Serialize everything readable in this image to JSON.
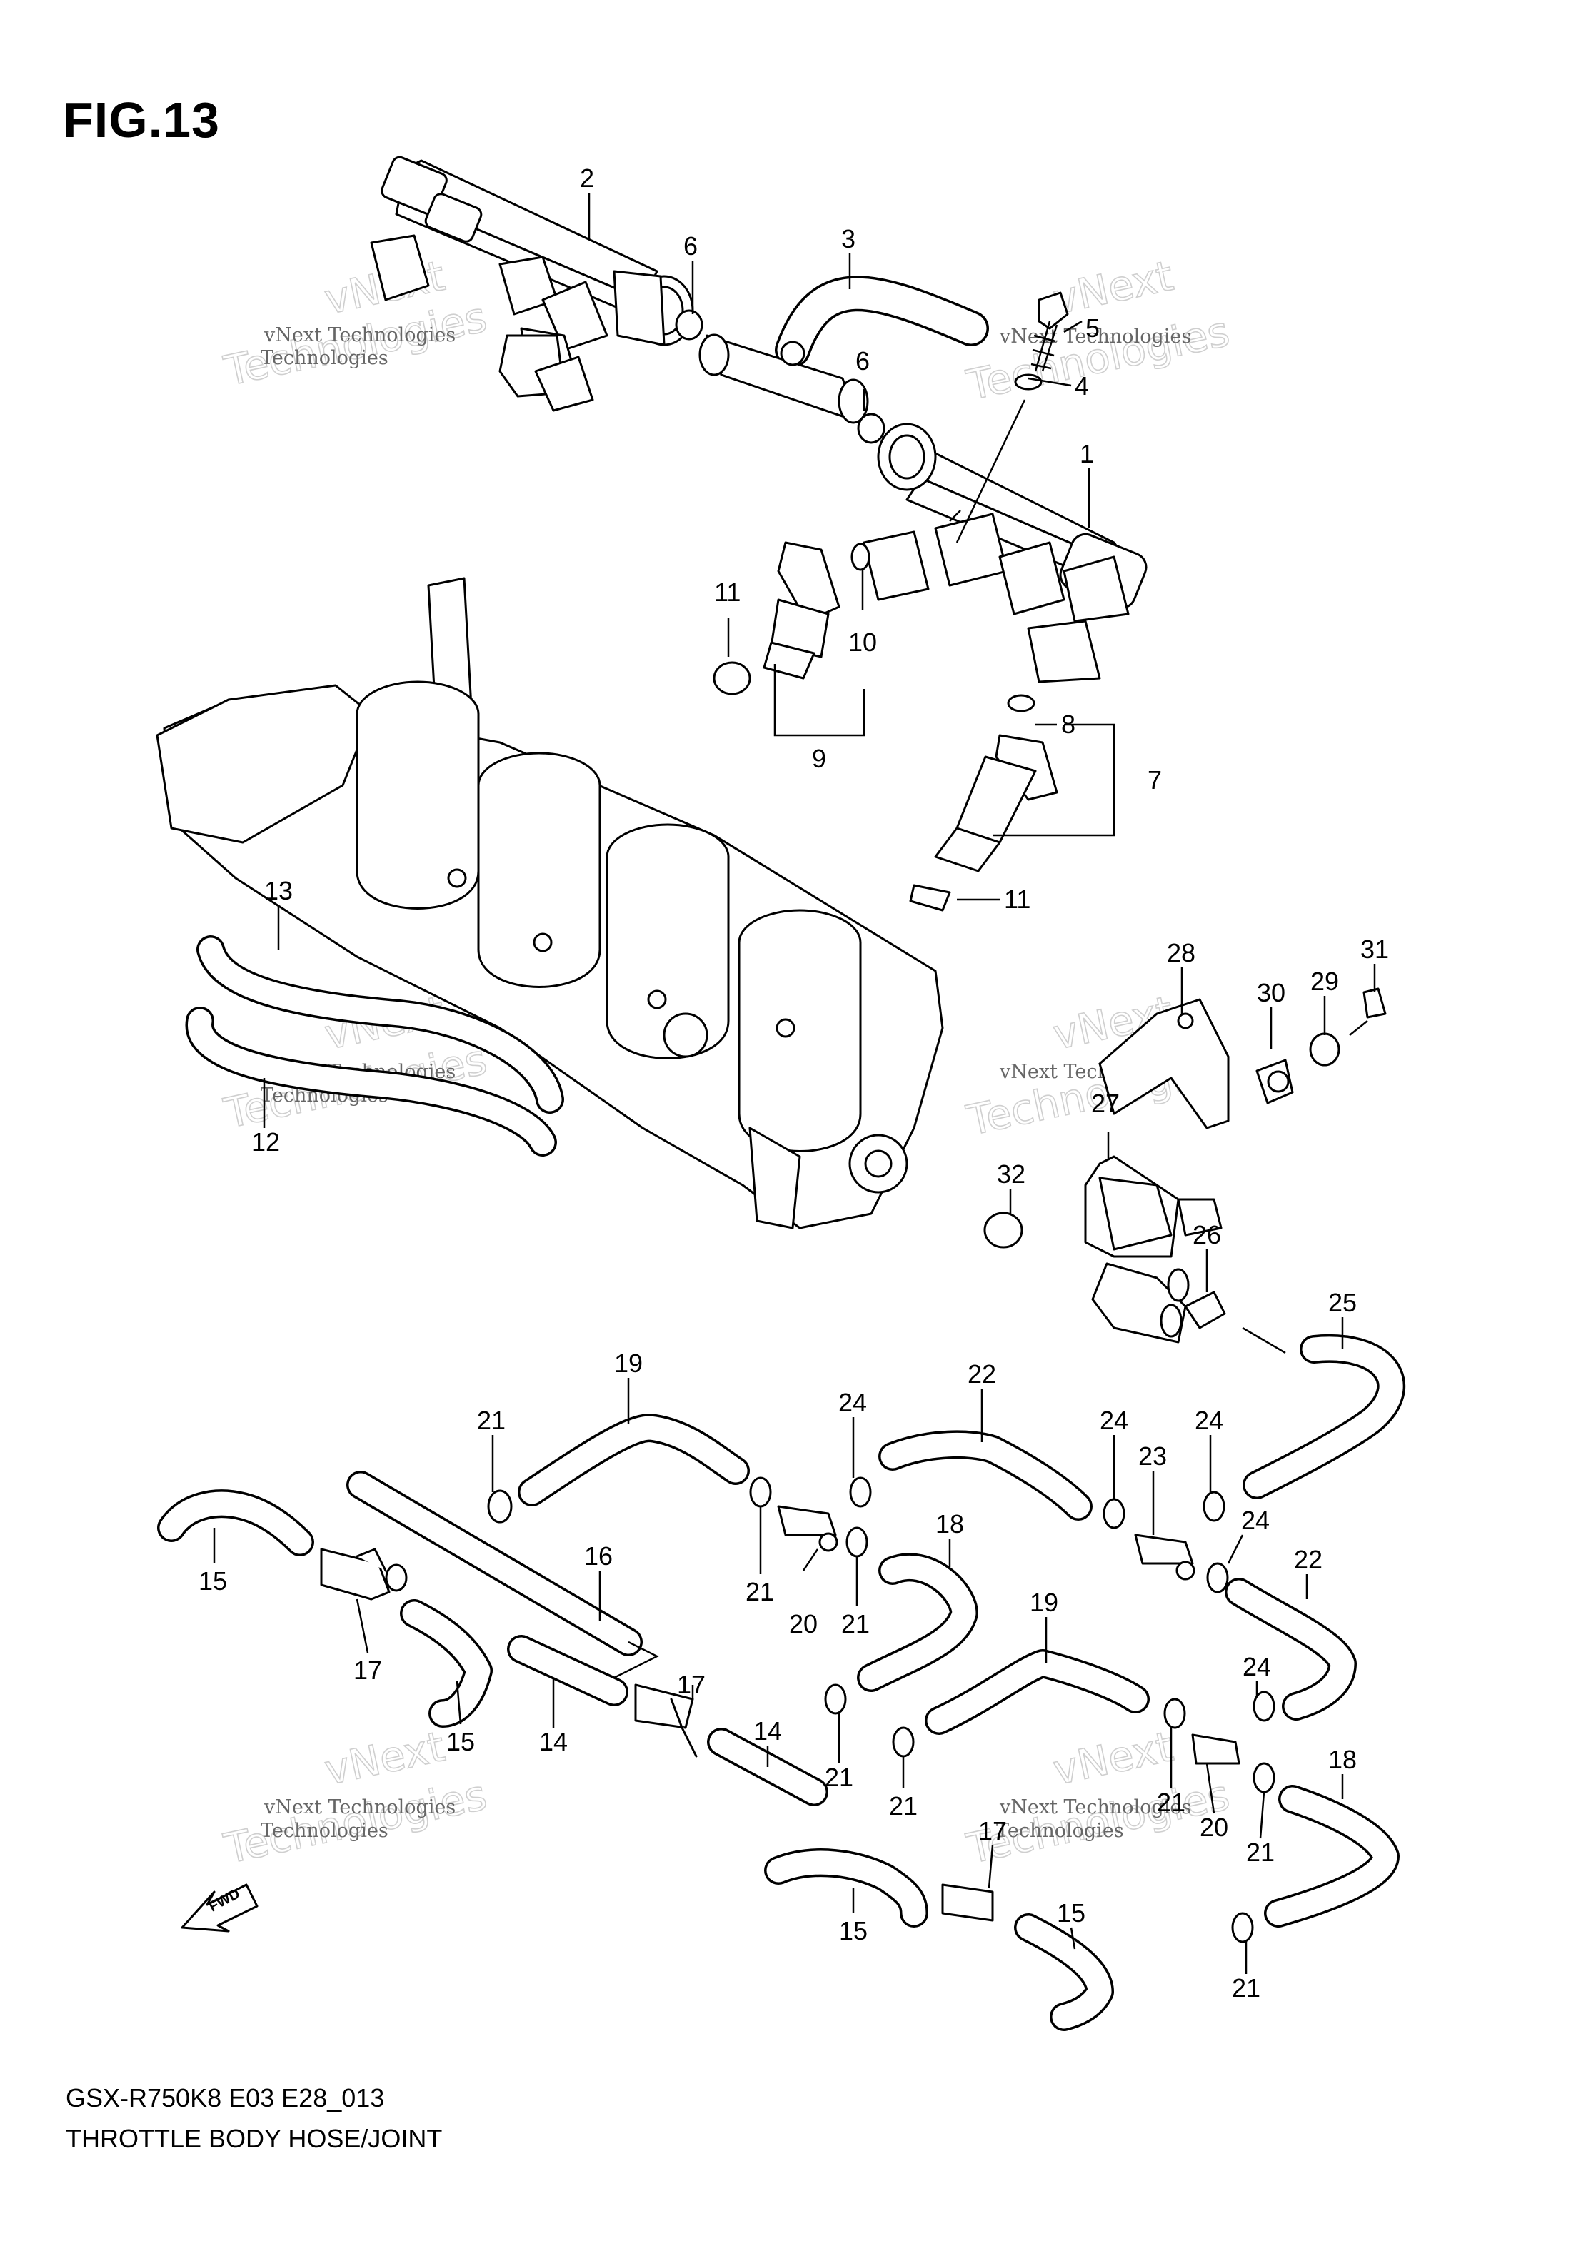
{
  "figure": {
    "title": "FIG.13",
    "footer_line1": "GSX-R750K8 E03 E28_013",
    "footer_line2": "THROTTLE BODY HOSE/JOINT"
  },
  "watermark": {
    "line1": "vNext Technologies",
    "line2": "vNext",
    "line3": "Technologies"
  },
  "fwd_label": "FWD",
  "callouts": [
    {
      "id": "c2",
      "text": "2"
    },
    {
      "id": "c6a",
      "text": "6"
    },
    {
      "id": "c3",
      "text": "3"
    },
    {
      "id": "c5",
      "text": "5"
    },
    {
      "id": "c4",
      "text": "4"
    },
    {
      "id": "c6b",
      "text": "6"
    },
    {
      "id": "c1",
      "text": "1"
    },
    {
      "id": "c11a",
      "text": "11"
    },
    {
      "id": "c10",
      "text": "10"
    },
    {
      "id": "c9",
      "text": "9"
    },
    {
      "id": "c8",
      "text": "8"
    },
    {
      "id": "c7",
      "text": "7"
    },
    {
      "id": "c11b",
      "text": "11"
    },
    {
      "id": "c13",
      "text": "13"
    },
    {
      "id": "c12",
      "text": "12"
    },
    {
      "id": "c28",
      "text": "28"
    },
    {
      "id": "c30",
      "text": "30"
    },
    {
      "id": "c29",
      "text": "29"
    },
    {
      "id": "c31",
      "text": "31"
    },
    {
      "id": "c27",
      "text": "27"
    },
    {
      "id": "c32",
      "text": "32"
    },
    {
      "id": "c26",
      "text": "26"
    },
    {
      "id": "c25",
      "text": "25"
    },
    {
      "id": "c19a",
      "text": "19"
    },
    {
      "id": "c22a",
      "text": "22"
    },
    {
      "id": "c21a",
      "text": "21"
    },
    {
      "id": "c24a",
      "text": "24"
    },
    {
      "id": "c24b",
      "text": "24"
    },
    {
      "id": "c24c",
      "text": "24"
    },
    {
      "id": "c23",
      "text": "23"
    },
    {
      "id": "c24d",
      "text": "24"
    },
    {
      "id": "c16",
      "text": "16"
    },
    {
      "id": "c18a",
      "text": "18"
    },
    {
      "id": "c15a",
      "text": "15"
    },
    {
      "id": "c21b",
      "text": "21"
    },
    {
      "id": "c20a",
      "text": "20"
    },
    {
      "id": "c21c",
      "text": "21"
    },
    {
      "id": "c22b",
      "text": "22"
    },
    {
      "id": "c17a",
      "text": "17"
    },
    {
      "id": "c19b",
      "text": "19"
    },
    {
      "id": "c24e",
      "text": "24"
    },
    {
      "id": "c17b",
      "text": "17"
    },
    {
      "id": "c15b",
      "text": "15"
    },
    {
      "id": "c14a",
      "text": "14"
    },
    {
      "id": "c14b",
      "text": "14"
    },
    {
      "id": "c21d",
      "text": "21"
    },
    {
      "id": "c21e",
      "text": "21"
    },
    {
      "id": "c21f",
      "text": "21"
    },
    {
      "id": "c20b",
      "text": "20"
    },
    {
      "id": "c21g",
      "text": "21"
    },
    {
      "id": "c18b",
      "text": "18"
    },
    {
      "id": "c17c",
      "text": "17"
    },
    {
      "id": "c15c",
      "text": "15"
    },
    {
      "id": "c15d",
      "text": "15"
    },
    {
      "id": "c21h",
      "text": "21"
    }
  ]
}
